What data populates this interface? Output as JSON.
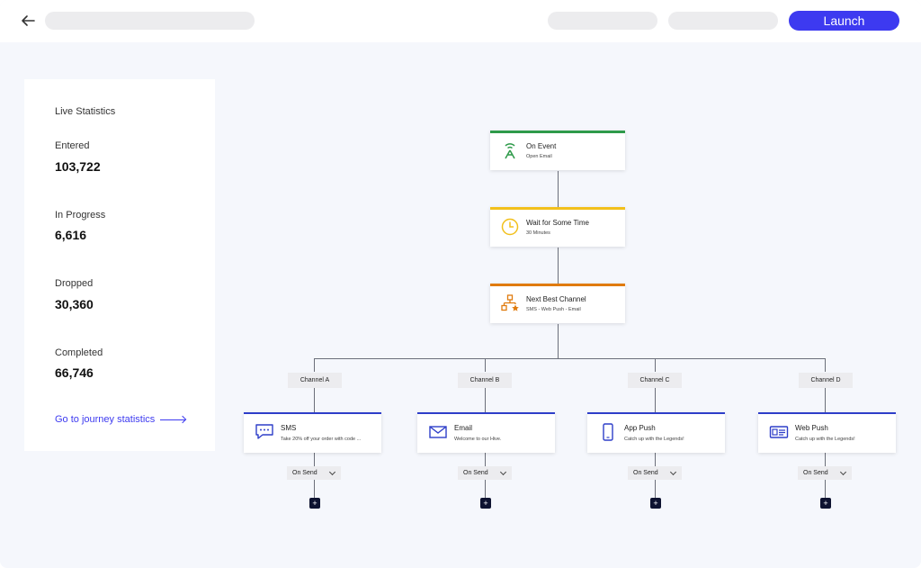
{
  "header": {
    "launch_label": "Launch",
    "back_icon": "arrow-left-icon"
  },
  "stats": {
    "title": "Live Statistics",
    "items": [
      {
        "label": "Entered",
        "value": "103,722"
      },
      {
        "label": "In Progress",
        "value": "6,616"
      },
      {
        "label": "Dropped",
        "value": "30,360"
      },
      {
        "label": "Completed",
        "value": "66,746"
      }
    ],
    "link_label": "Go to journey statistics"
  },
  "flow": {
    "on_event": {
      "title": "On Event",
      "subtitle": "Open Email",
      "color": "#2e9a4a",
      "icon": "antenna-icon"
    },
    "wait": {
      "title": "Wait for Some Time",
      "subtitle": "30 Minutes",
      "color": "#f2c01c",
      "icon": "clock-icon"
    },
    "next_best": {
      "title": "Next Best Channel",
      "subtitle": "SMS - Web Push - Email",
      "color": "#e07b0e",
      "icon": "hierarchy-star-icon"
    },
    "channels": [
      {
        "label": "Channel A",
        "title": "SMS",
        "subtitle": "Take 20% off your order with code ...",
        "icon": "chat-bubble-icon",
        "on_send": "On Send"
      },
      {
        "label": "Channel B",
        "title": "Email",
        "subtitle": "Welcome to our Hive.",
        "icon": "envelope-icon",
        "on_send": "On Send"
      },
      {
        "label": "Channel C",
        "title": "App Push",
        "subtitle": "Catch up with the Legends!",
        "icon": "mobile-phone-icon",
        "on_send": "On Send"
      },
      {
        "label": "Channel D",
        "title": "Web Push",
        "subtitle": "Catch up with the Legends!",
        "icon": "browser-card-icon",
        "on_send": "On Send"
      }
    ],
    "add_symbol": "+",
    "accent_color": "#2e3ec9",
    "launch_color": "#3d3af0"
  }
}
